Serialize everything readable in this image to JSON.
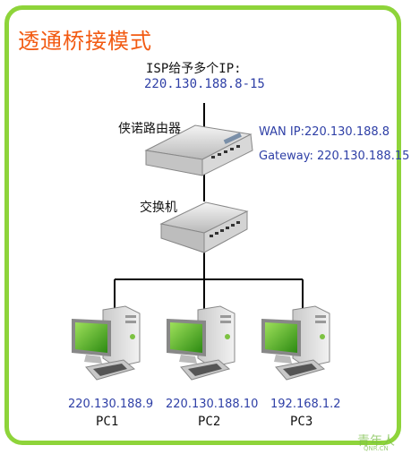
{
  "title": "透通桥接模式",
  "isp": {
    "label": "ISP给予多个IP:",
    "range": "220.130.188.8-15"
  },
  "router": {
    "label": "侠诺路由器",
    "wan": "WAN IP:220.130.188.8",
    "gateway": "Gateway: 220.130.188.15"
  },
  "switch": {
    "label": "交换机"
  },
  "pcs": [
    {
      "ip": "220.130.188.9",
      "name": "PC1"
    },
    {
      "ip": "220.130.188.10",
      "name": "PC2"
    },
    {
      "ip": "192.168.1.2",
      "name": "PC3"
    }
  ],
  "watermark": {
    "main": "青年人",
    "sub": "QNR.CN"
  },
  "colors": {
    "border": "#8ed43a",
    "title": "#f25a12",
    "ip": "#2e3fa6"
  }
}
